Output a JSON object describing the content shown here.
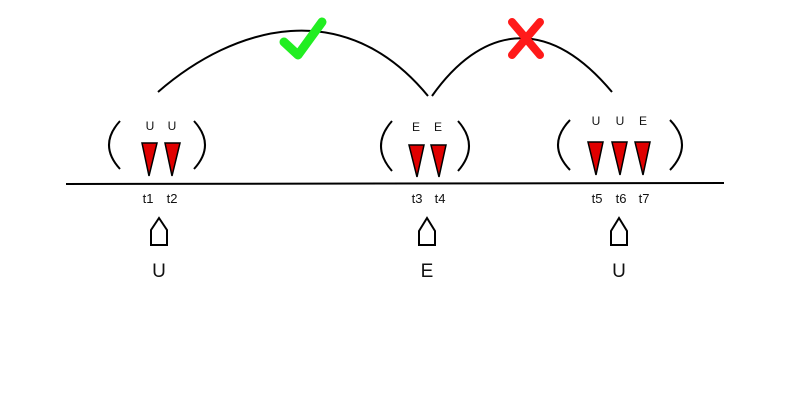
{
  "groups": [
    {
      "id": "group-1",
      "states": [
        "U",
        "U"
      ],
      "times": [
        "t1",
        "t2"
      ],
      "summary": "U"
    },
    {
      "id": "group-2",
      "states": [
        "E",
        "E"
      ],
      "times": [
        "t3",
        "t4"
      ],
      "summary": "E"
    },
    {
      "id": "group-3",
      "states": [
        "U",
        "U",
        "E"
      ],
      "times": [
        "t5",
        "t6",
        "t7"
      ],
      "summary": "U"
    }
  ],
  "transitions": [
    {
      "from": "group-1",
      "to": "group-2",
      "mark": "check-icon",
      "mark_color": "#22ee22"
    },
    {
      "from": "group-2",
      "to": "group-3",
      "mark": "cross-icon",
      "mark_color": "#ff1a1a"
    }
  ],
  "colors": {
    "marker_fill": "#e00000",
    "line": "#000000",
    "arrow_fill": "#ffffff"
  }
}
